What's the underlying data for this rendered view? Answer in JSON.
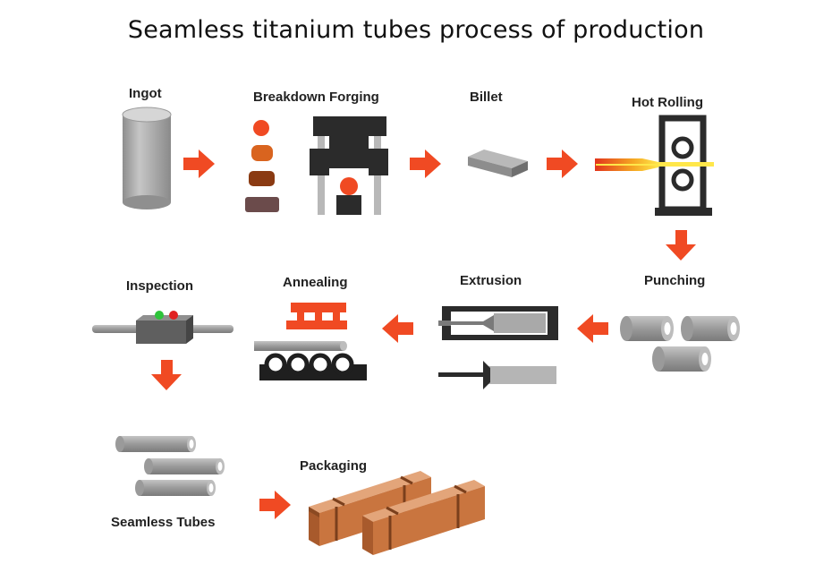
{
  "title": "Seamless titanium tubes process of production",
  "steps": {
    "ingot": "Ingot",
    "breakdown_forging": "Breakdown Forging",
    "billet": "Billet",
    "hot_rolling": "Hot Rolling",
    "punching": "Punching",
    "extrusion": "Extrusion",
    "annealing": "Annealing",
    "inspection": "Inspection",
    "seamless_tubes": "Seamless Tubes",
    "packaging": "Packaging"
  },
  "colors": {
    "arrow": "#f04a23",
    "metal": "#a9a9a9",
    "machine": "#2b2b2b",
    "wood": "#c9753f"
  }
}
